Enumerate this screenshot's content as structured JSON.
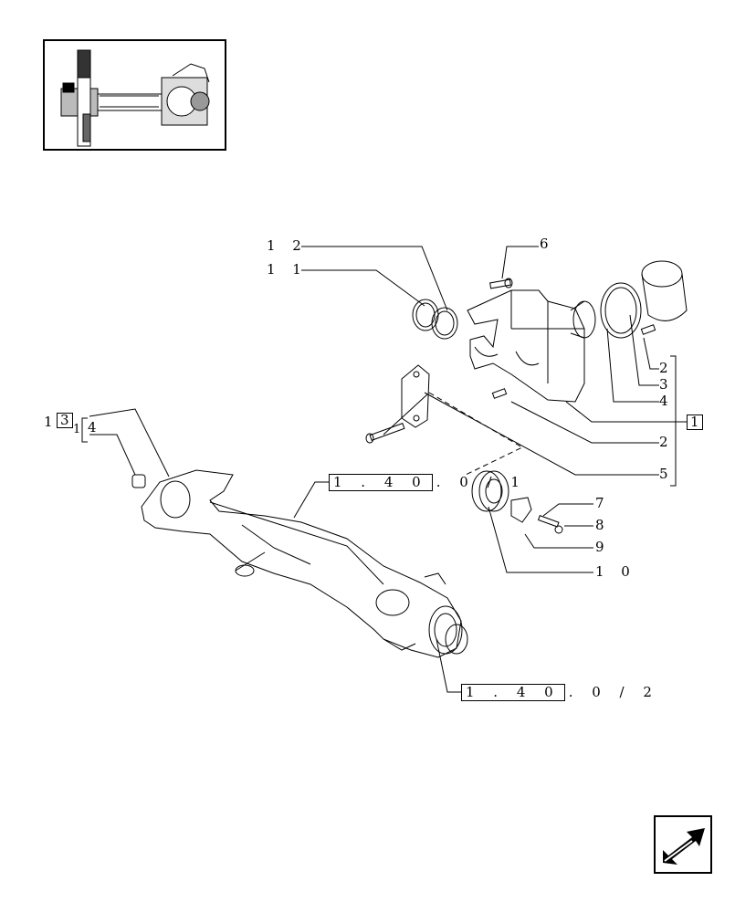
{
  "labels": {
    "l12": "1 2",
    "l11": "1 1",
    "l6": "6",
    "l2a": "2",
    "l3": "3",
    "l4a": "4",
    "l1": "1",
    "l2b": "2",
    "l5": "5",
    "l13_box": "3",
    "l13_pre": "1",
    "l14": "4",
    "l14_pre": "1",
    "l7": "7",
    "l8": "8",
    "l9": "9",
    "l10": "1 0"
  },
  "refs": {
    "ref1_box": "1 . 4 0",
    "ref1_tail": ". 0 / 1",
    "ref2_box": "1 . 4 0",
    "ref2_tail": ". 0 / 2"
  },
  "icons": {
    "next": "next-page-arrow-icon",
    "thumbnail": "axle-assembly-thumbnail"
  }
}
